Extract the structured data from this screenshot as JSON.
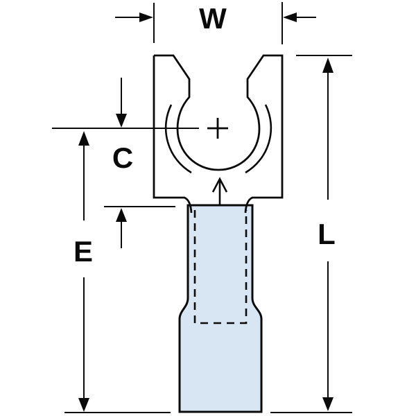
{
  "diagram": {
    "labels": {
      "w": "W",
      "c": "C",
      "e": "E",
      "l": "L"
    },
    "icons": {
      "center_mark": "+",
      "insert_arrow": "up-arrow",
      "dimension_arrowheads": "filled-triangle"
    },
    "colors": {
      "line": "#0a0a0a",
      "insulation_fill": "#d8e6f3",
      "background": "#ffffff"
    }
  }
}
